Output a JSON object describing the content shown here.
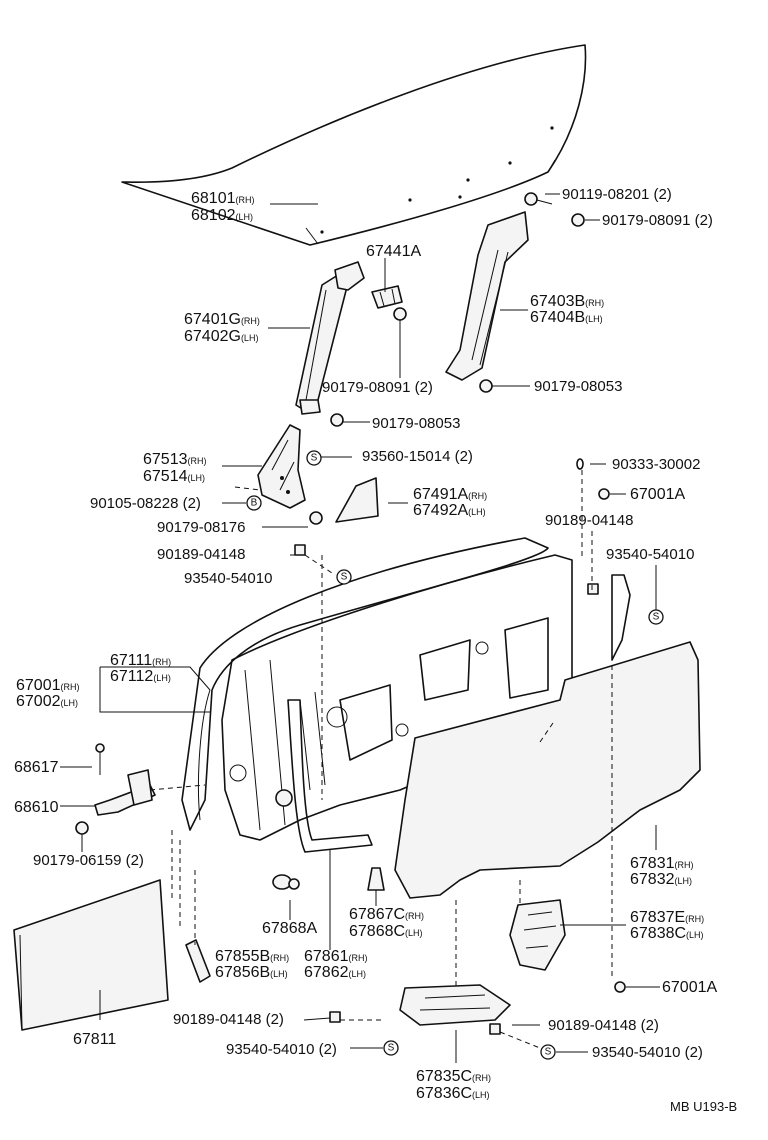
{
  "diagram_code": "MB U193-B",
  "symbols": {
    "S": "S",
    "B": "B"
  },
  "labels": {
    "door_glass": {
      "rh": "68101",
      "lh": "68102",
      "rh_tag": "(RH)",
      "lh_tag": "(LH)"
    },
    "bolt_90119": "90119-08201 (2)",
    "nut_90179_08091_top": "90179-08091 (2)",
    "bracket_67441A": "67441A",
    "run_front": {
      "rh": "67401G",
      "lh": "67402G",
      "rh_tag": "(RH)",
      "lh_tag": "(LH)"
    },
    "run_rear": {
      "rh": "67403B",
      "lh": "67404B",
      "rh_tag": "(RH)",
      "lh_tag": "(LH)"
    },
    "nut_90179_08091_mid": "90179-08091 (2)",
    "nut_90179_08053_right": "90179-08053",
    "nut_90179_08053_left": "90179-08053",
    "bracket_6751x": {
      "rh": "67513",
      "lh": "67514",
      "rh_tag": "(RH)",
      "lh_tag": "(LH)"
    },
    "screw_93560": "93560-15014 (2)",
    "bolt_90105": "90105-08228 (2)",
    "nut_90179_08176": "90179-08176",
    "clip_90333": "90333-30002",
    "clip_67001A_top": "67001A",
    "cover_6749x": {
      "rh": "67491A",
      "lh": "67492A",
      "rh_tag": "(RH)",
      "lh_tag": "(LH)"
    },
    "clip_90189_right": "90189-04148",
    "clip_90189_left": "90189-04148",
    "screw_93540_right": "93540-54010",
    "screw_93540_left": "93540-54010",
    "panel_6711x": {
      "rh": "67111",
      "lh": "67112",
      "rh_tag": "(RH)",
      "lh_tag": "(LH)"
    },
    "panel_6700x": {
      "rh": "67001",
      "lh": "67002",
      "rh_tag": "(RH)",
      "lh_tag": "(LH)"
    },
    "pin_68617": "68617",
    "check_68610": "68610",
    "nut_90179_06159": "90179-06159 (2)",
    "film_6783x": {
      "rh": "67831",
      "lh": "67832",
      "rh_tag": "(RH)",
      "lh_tag": "(LH)"
    },
    "cover_6783xE": {
      "rh": "67837E",
      "lh": "67838C",
      "rh_tag": "(RH)",
      "lh_tag": "(LH)"
    },
    "clip_67001A_bottom": "67001A",
    "plug_67868A": "67868A",
    "clip_6786xC": {
      "rh": "67867C",
      "lh": "67868C",
      "rh_tag": "(RH)",
      "lh_tag": "(LH)"
    },
    "seal_6785x": {
      "rh": "67855B",
      "lh": "67856B",
      "rh_tag": "(RH)",
      "lh_tag": "(LH)"
    },
    "weatherstrip_6786x": {
      "rh": "67861",
      "lh": "67862",
      "rh_tag": "(RH)",
      "lh_tag": "(LH)"
    },
    "pad_67811": "67811",
    "clip_90189_bottom_left": "90189-04148 (2)",
    "clip_90189_bottom_right": "90189-04148 (2)",
    "screw_93540_bottom_left": "93540-54010 (2)",
    "screw_93540_bottom_right": "93540-54010 (2)",
    "cover_6783xC": {
      "rh": "67835C",
      "lh": "67836C",
      "rh_tag": "(RH)",
      "lh_tag": "(LH)"
    }
  }
}
